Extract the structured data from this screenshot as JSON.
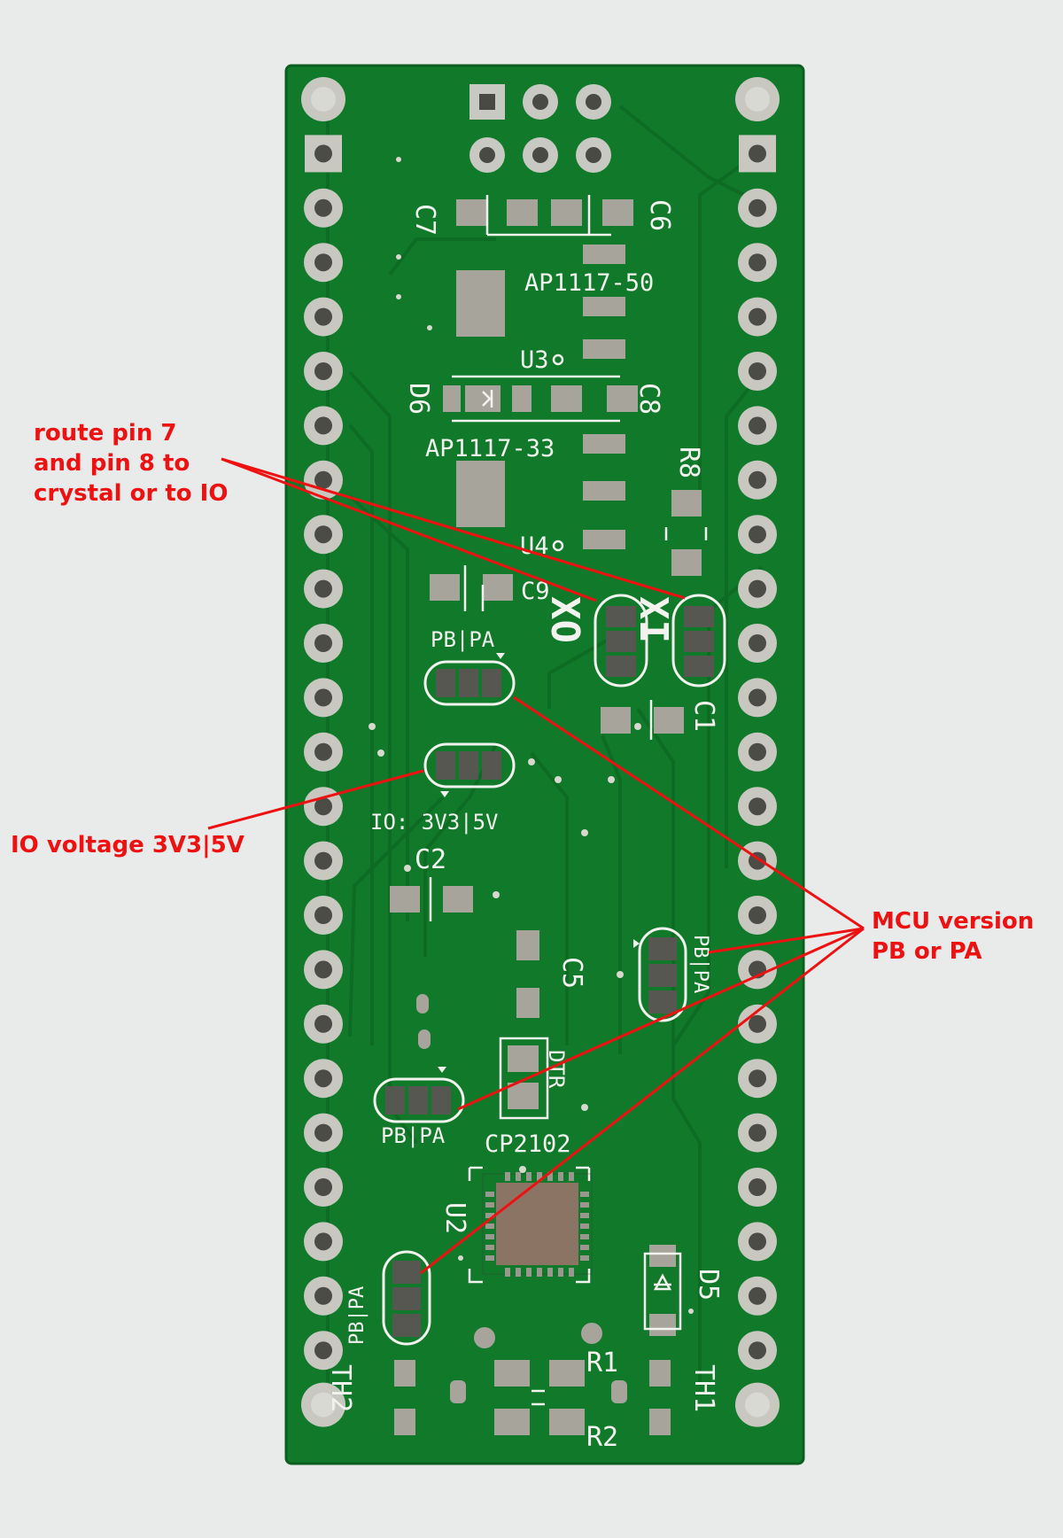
{
  "annotations": {
    "route": [
      "route pin 7",
      "and pin 8 to",
      "crystal or to IO"
    ],
    "io_voltage": "IO voltage 3V3|5V",
    "mcu": [
      "MCU version",
      "PB or PA"
    ]
  },
  "silkscreen": {
    "c7": "C7",
    "c6": "C6",
    "ap5": "AP1117-50",
    "u3": "U3",
    "d6": "D6",
    "c8": "C8",
    "ap33": "AP1117-33",
    "r8": "R8",
    "u4": "U4",
    "c9": "C9",
    "pbpa": "PB|PA",
    "xo": "XO",
    "xi": "XI",
    "c1": "C1",
    "io": "IO: 3V3|5V",
    "c2": "C2",
    "c5": "C5",
    "dtr": "DTR",
    "cp2102": "CP2102",
    "u2": "U2",
    "d5": "D5",
    "r1": "R1",
    "r2": "R2",
    "th1": "TH1",
    "th2": "TH2"
  },
  "colors": {
    "background": "#e9eaea",
    "pcb": "#117a2a",
    "silkscreen": "#f2f2ee",
    "annotation": "#ee1111"
  }
}
